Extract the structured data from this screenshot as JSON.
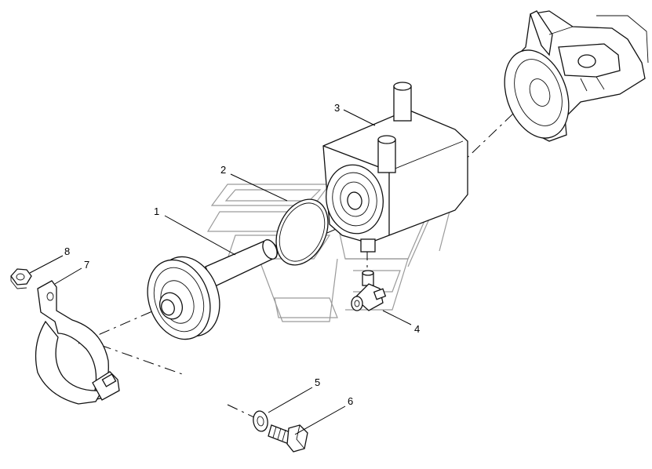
{
  "diagram": {
    "type": "exploded-parts-drawing",
    "callouts": [
      {
        "id": "c1",
        "label": "1"
      },
      {
        "id": "c2",
        "label": "2"
      },
      {
        "id": "c3",
        "label": "3"
      },
      {
        "id": "c4",
        "label": "4"
      },
      {
        "id": "c5",
        "label": "5"
      },
      {
        "id": "c6",
        "label": "6"
      },
      {
        "id": "c7",
        "label": "7"
      },
      {
        "id": "c8",
        "label": "8"
      }
    ],
    "parts": {
      "p1": "shaft-with-pulley",
      "p2": "o-ring",
      "p3": "housing-block",
      "p4": "fitting",
      "p5": "washer",
      "p6": "bolt",
      "p7": "clamp-bracket",
      "p8": "nut",
      "engine": "engine-flange-housing"
    },
    "watermark_icon": "logo-watermark"
  }
}
